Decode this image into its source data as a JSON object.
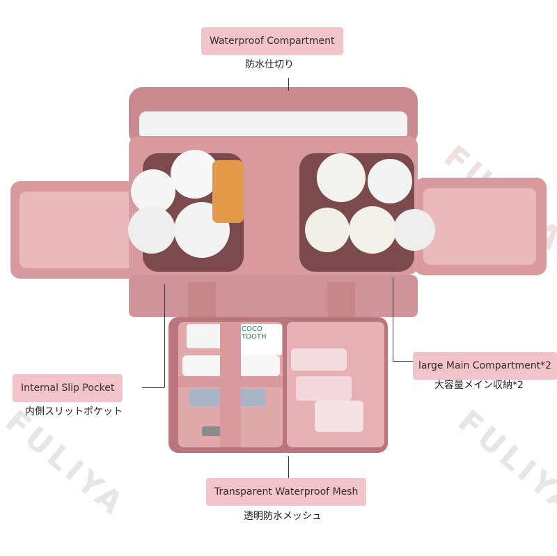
{
  "callouts": {
    "top": {
      "label": "Waterproof Compartment",
      "sub": "防水仕切り"
    },
    "right": {
      "label": "large Main Compartment*2",
      "sub": "大容量メイン収納*2"
    },
    "left": {
      "label": "Internal Slip Pocket",
      "sub": "内側スリットポケット"
    },
    "bottom": {
      "label": "Transparent Waterproof Mesh",
      "sub": "透明防水メッシュ"
    }
  },
  "watermark": {
    "brand": "FULIYA"
  },
  "product_text": {
    "tube_brand": "COCO",
    "tube_line2": "TOOTH"
  },
  "colors": {
    "bag": "#d89a9e",
    "bag_dark": "#b9777d",
    "lining": "#e9b9bc",
    "tag_bg": "#f0c4c9"
  }
}
